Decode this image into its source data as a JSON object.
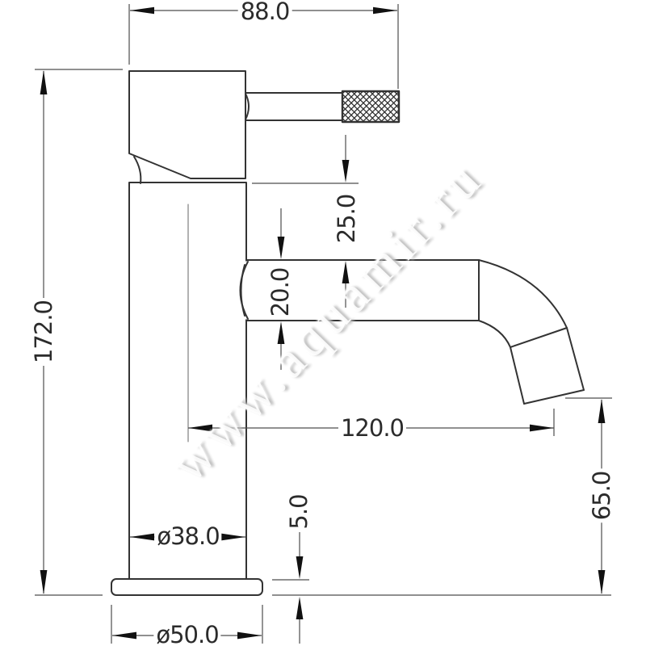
{
  "watermark": {
    "text": "www.aquamir.ru"
  },
  "dimensions": {
    "top_width": "88.0",
    "overall_height": "172.0",
    "body_bottom_to_spout_top": "25.0",
    "spout_tube_height": "20.0",
    "spout_reach_from_axis": "120.0",
    "spout_outlet_height": "65.0",
    "body_diameter": "ø38.0",
    "base_plate_thickness": "5.0",
    "base_diameter": "ø50.0"
  },
  "colors": {
    "background": "#ffffff",
    "outline": "#333333",
    "dimension_line": "#4d4d4d",
    "arrowhead": "#111111",
    "centerline": "#666666",
    "watermark_shadow": "#c0c0c0"
  }
}
